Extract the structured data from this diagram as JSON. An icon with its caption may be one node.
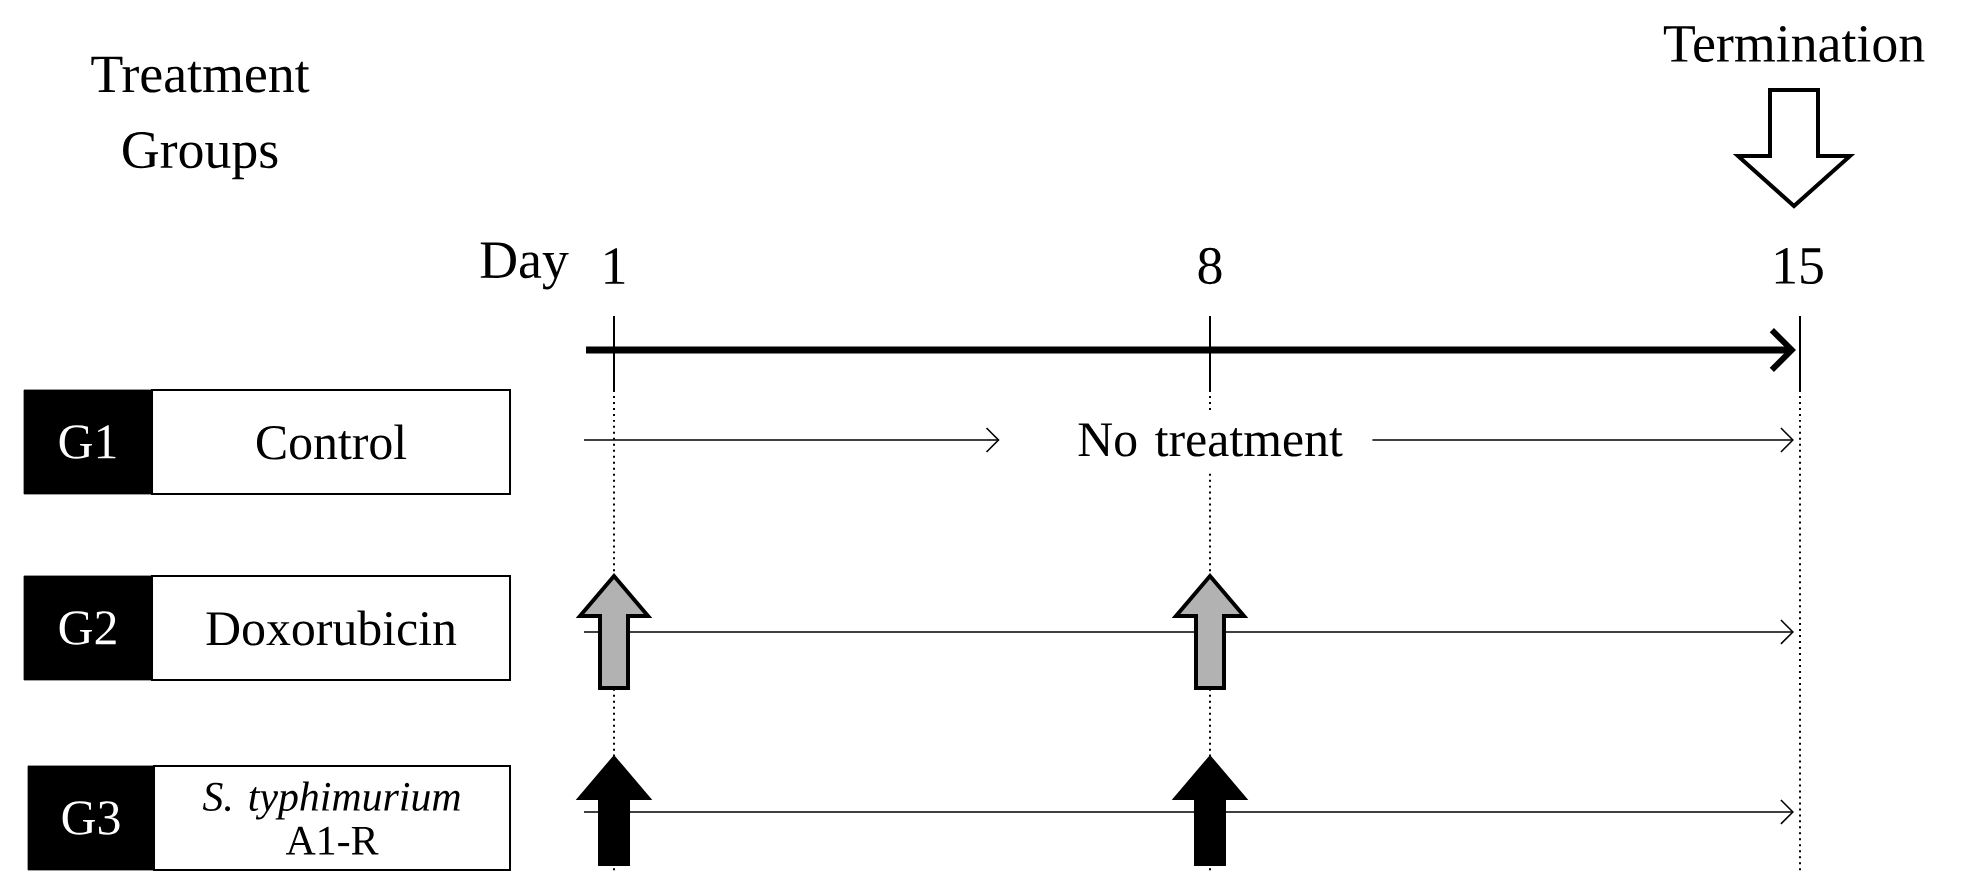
{
  "diagram": {
    "nodes": [
      {
        "text": [
          "G1"
        ]
      },
      {
        "text": [
          "Control"
        ]
      },
      {
        "text": [
          "G2"
        ]
      },
      {
        "text": [
          "Doxorubicin"
        ]
      },
      {
        "text": [
          "G3"
        ]
      },
      {
        "text": [
          "*S. typhimurium* A1-R"
        ]
      },
      {
        "text": [
          "No treatment"
        ]
      }
    ],
    "edges": [
      {
        "from": null,
        "to": 6,
        "arrow": "to"
      },
      {
        "from": 6,
        "to": null,
        "arrow": "to"
      }
    ],
    "labels": [
      "Treatment Groups",
      "Termination",
      "Day",
      "1",
      "8",
      "15"
    ]
  }
}
